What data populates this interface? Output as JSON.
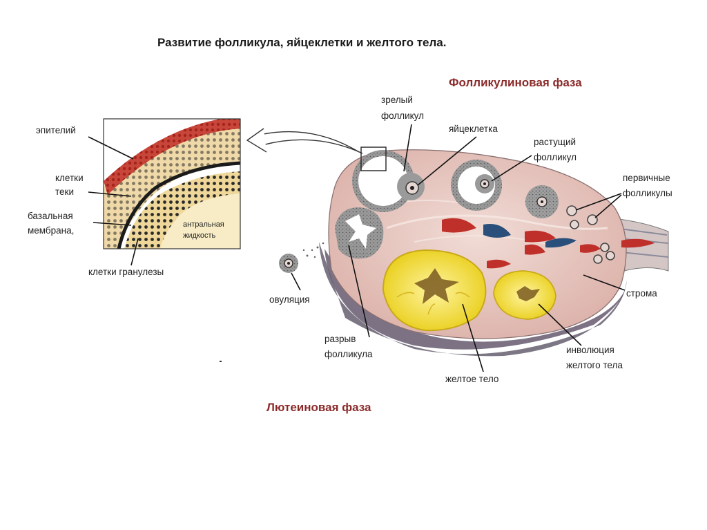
{
  "title": "Развитие фолликула, яйцеклетки и желтого тела.",
  "phases": {
    "follicular": "Фолликулиновая фаза",
    "luteal": "Лютеиновая фаза"
  },
  "inset_labels": {
    "epithelium": "эпителий",
    "theca_1": "клетки",
    "theca_2": "теки",
    "basal_1": "базальная",
    "basal_2": "мембрана,",
    "antral_1": "антральная",
    "antral_2": "жидкость",
    "granulosa": "клетки гранулезы"
  },
  "ovary_labels": {
    "mature_1": "зрелый",
    "mature_2": "фолликул",
    "oocyte": "яйцеклетка",
    "growing_1": "растущий",
    "growing_2": "фолликул",
    "primary_1": "первичные",
    "primary_2": "фолликулы",
    "stroma": "строма",
    "ovulation": "овуляция",
    "rupture_1": "разрыв",
    "rupture_2": "фолликула",
    "corpus_luteum": "желтое тело",
    "involution_1": "инволюция",
    "involution_2": "желтого тела"
  },
  "colors": {
    "phase_text": "#8b2a2a",
    "ovary_fill": "#e8c9c2",
    "corpus_luteum": "#f2e03a",
    "vessel_red": "#c0302a",
    "vessel_blue": "#2a4f7a",
    "inset_bg": "#f4e7b8"
  }
}
